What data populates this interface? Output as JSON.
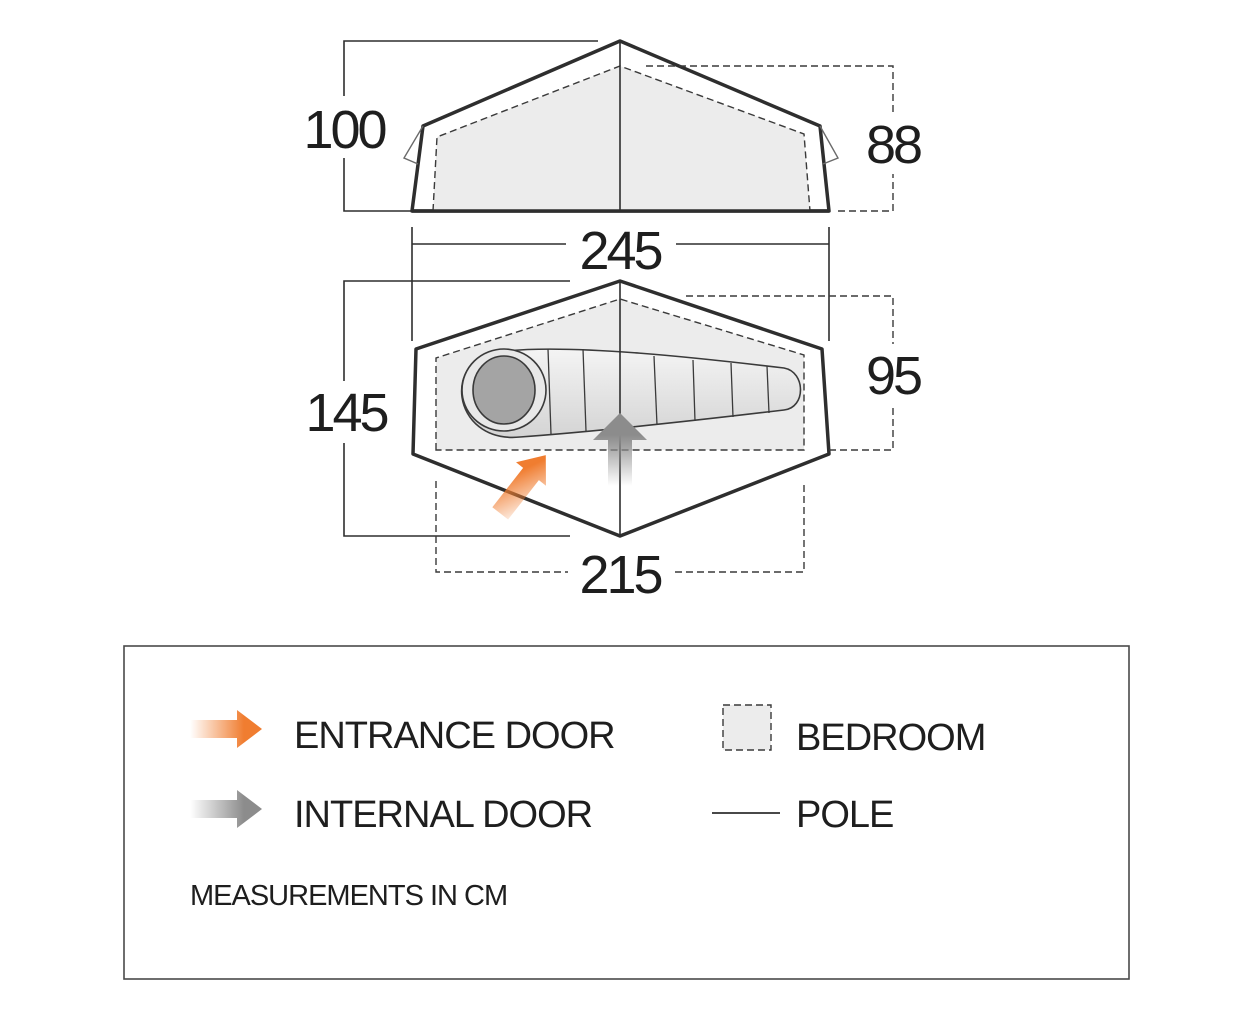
{
  "dimensions": {
    "side_height": "100",
    "inner_height": "88",
    "total_length": "245",
    "total_width": "145",
    "inner_width": "95",
    "inner_length": "215"
  },
  "legend": {
    "entrance_door": "ENTRANCE DOOR",
    "internal_door": "INTERNAL DOOR",
    "bedroom": "BEDROOM",
    "pole": "POLE",
    "note": "MEASUREMENTS IN CM"
  },
  "colors": {
    "entrance_arrow": "#f07d30",
    "internal_arrow": "#8c8c8c",
    "bedroom_fill": "#ececec",
    "outline": "#2e2e2e"
  }
}
